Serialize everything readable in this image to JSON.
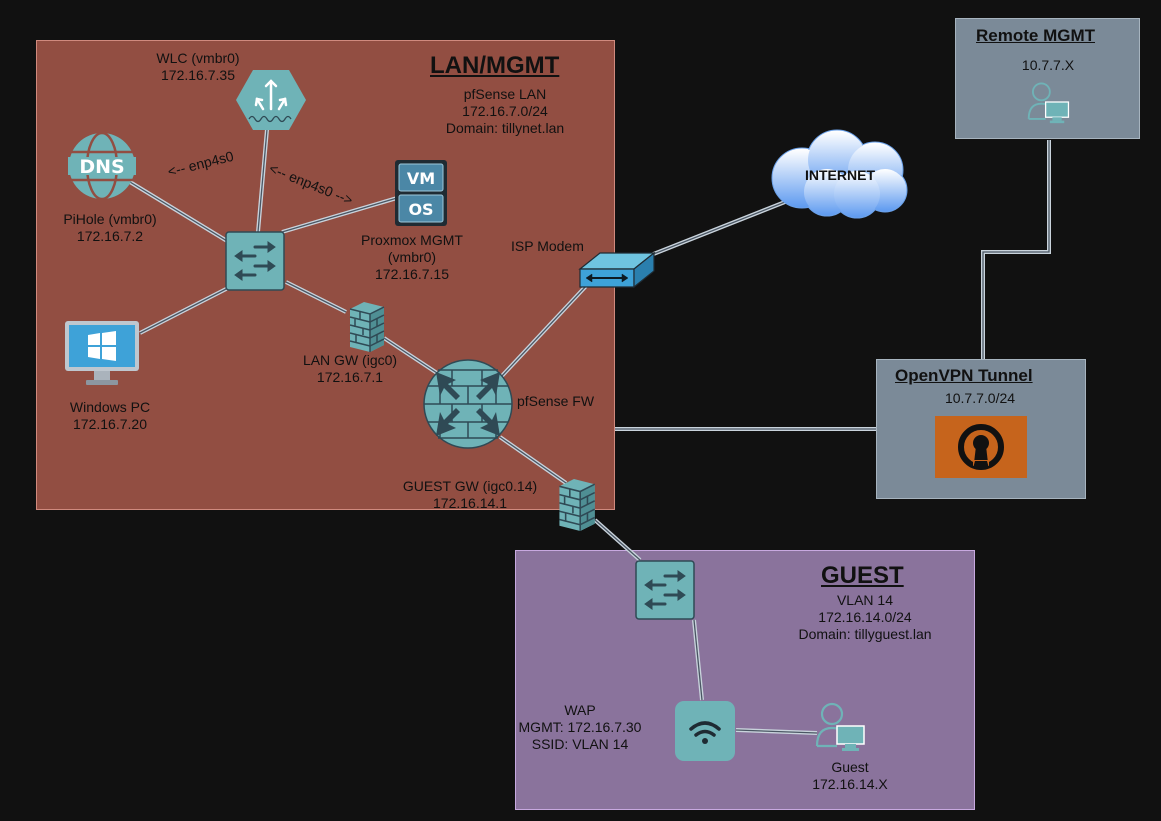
{
  "lan": {
    "title": "LAN/MGMT",
    "subnet_lines": [
      "pfSense LAN",
      "172.16.7.0/24",
      "Domain: tillynet.lan"
    ]
  },
  "guest": {
    "title": "GUEST",
    "subnet_lines": [
      "VLAN 14",
      "172.16.14.0/24",
      "Domain: tillyguest.lan"
    ]
  },
  "remote": {
    "title": "Remote MGMT",
    "subnet": "10.7.7.X"
  },
  "vpn": {
    "title": "OpenVPN Tunnel",
    "subnet": "10.7.7.0/24"
  },
  "internet": {
    "label": "INTERNET"
  },
  "nodes": {
    "wlc": [
      "WLC (vmbr0)",
      "172.16.7.35"
    ],
    "pihole": [
      "PiHole (vmbr0)",
      "172.16.7.2"
    ],
    "proxmox": [
      "Proxmox MGMT",
      "(vmbr0)",
      "172.16.7.15"
    ],
    "windows": [
      "Windows PC",
      "172.16.7.20"
    ],
    "lan_gw": [
      "LAN GW (igc0)",
      "172.16.7.1"
    ],
    "pfsense": [
      "pfSense FW"
    ],
    "guest_gw": [
      "GUEST GW (igc0.14)",
      "172.16.14.1"
    ],
    "isp": [
      "ISP Modem"
    ],
    "wap": [
      "WAP",
      "MGMT: 172.16.7.30",
      "SSID: VLAN 14"
    ],
    "guest_client": [
      "Guest",
      "172.16.14.X"
    ]
  },
  "links": {
    "pihole_switch": "<-- enp4s0",
    "switch_proxmox": "<-- enp4s0 -->"
  },
  "icons": {
    "dns": "dns-icon",
    "vm": "vm-os-icon",
    "wlc": "wireless-controller-icon",
    "switch": "switch-icon",
    "firewall": "firewall-icon",
    "windows": "windows-pc-icon",
    "modem": "modem-icon",
    "cloud": "cloud-icon",
    "wifi": "wifi-icon",
    "user": "user-pc-icon",
    "openvpn": "openvpn-icon"
  },
  "colors": {
    "lan_zone": "#924e42",
    "guest_zone": "#8a739c",
    "mgmt_zone": "#7b8a98",
    "device_teal": "#6fb3b7",
    "background": "#111111"
  }
}
